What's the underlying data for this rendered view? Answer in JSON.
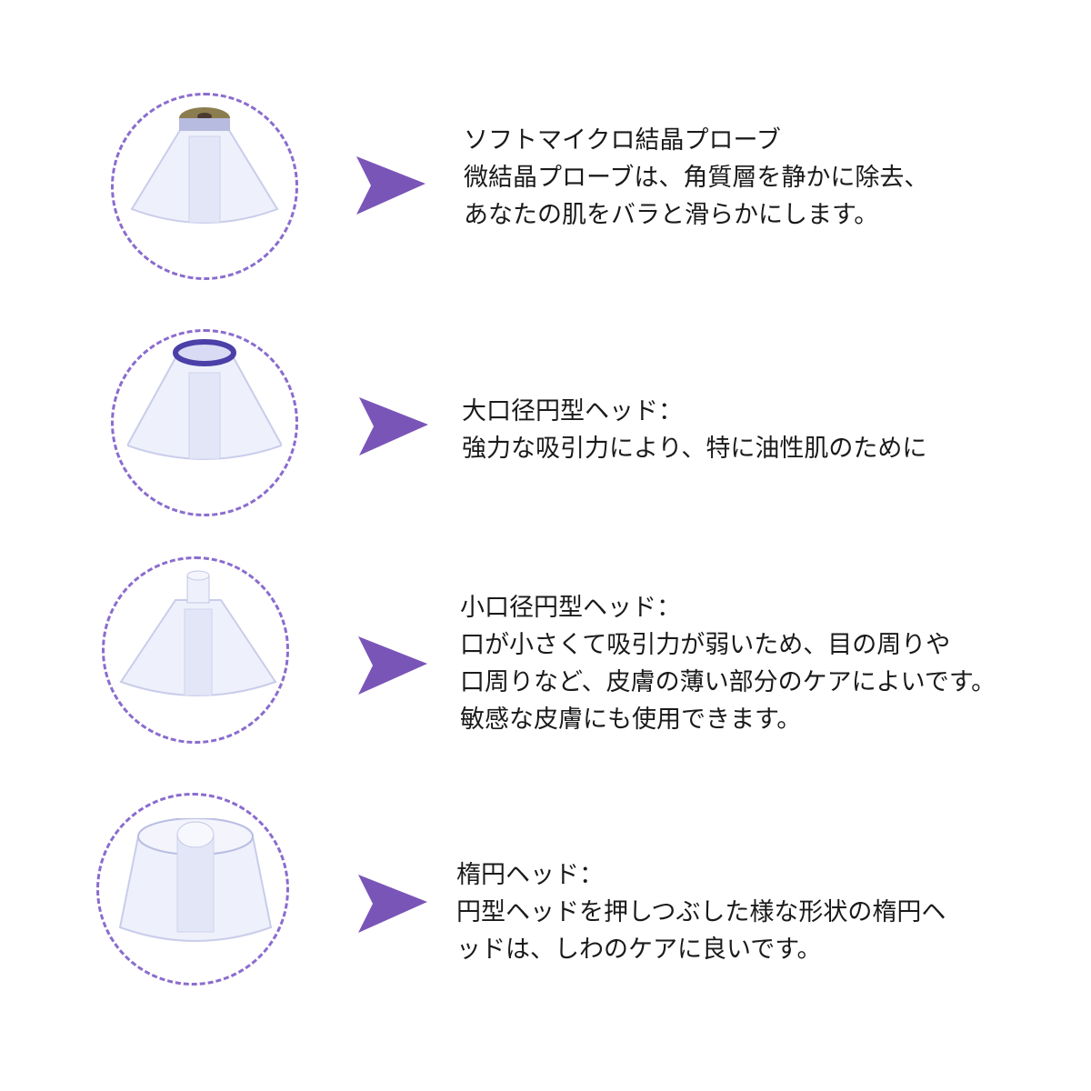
{
  "colors": {
    "accent": "#7a55b8",
    "circle": "#8a6ccf",
    "text": "#1a1a1a"
  },
  "items": [
    {
      "icon": "diamond-tip-probe",
      "lines": [
        "ソフトマイクロ結晶プローブ",
        "微結晶プローブは、角質層を静かに除去、",
        "あなたの肌をバラと滑らかにします。"
      ]
    },
    {
      "icon": "large-round-head",
      "lines": [
        "大口径円型ヘッド：",
        "強力な吸引力により、特に油性肌のために"
      ]
    },
    {
      "icon": "small-round-head",
      "lines": [
        "小口径円型ヘッド：",
        "口が小さくて吸引力が弱いため、目の周りや",
        "口周りなど、皮膚の薄い部分のケアによいです。",
        "敏感な皮膚にも使用できます。"
      ]
    },
    {
      "icon": "oval-head",
      "lines": [
        "楕円ヘッド：",
        "円型ヘッドを押しつぶした様な形状の楕円ヘ",
        "ッドは、しわのケアに良いです。"
      ]
    }
  ]
}
